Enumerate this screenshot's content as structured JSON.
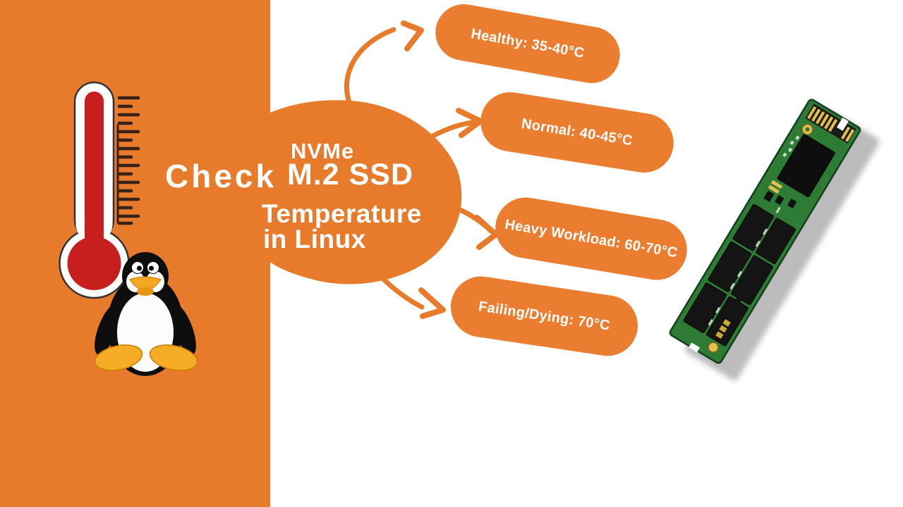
{
  "page": {
    "type": "infographic-thumbnail",
    "topic": "Checking NVMe M.2 SSD temperature in Linux"
  },
  "title": {
    "check": "Check",
    "center_line1": "NVMe",
    "center_line2": "M.2 SSD",
    "center_line3": "Temperature",
    "center_line4": "in Linux"
  },
  "temperature_nodes": [
    {
      "label": "Healthy:  35-40°C"
    },
    {
      "label": "Normal: 40-45°C"
    },
    {
      "label": "Heavy Workload: 60-70°C"
    },
    {
      "label": "Failing/Dying: 70°C"
    }
  ],
  "icons": {
    "thermometer": "thermometer-icon",
    "ruler": "ruler-ticks-icon",
    "penguin": "tux-penguin-icon",
    "ssd": "m2-ssd-icon",
    "arrow": "curved-arrow-icon"
  },
  "colors": {
    "panel_orange": "#E87A2B",
    "pill_orange": "#EA7D30",
    "text_white": "#FFFFFF",
    "thermometer_red": "#C81E1E",
    "tick_brown": "#38231A",
    "pcb_green": "#2E7B36",
    "chip_black": "#121212",
    "gold": "#E2BE4F",
    "background": "#FFFFFF"
  }
}
